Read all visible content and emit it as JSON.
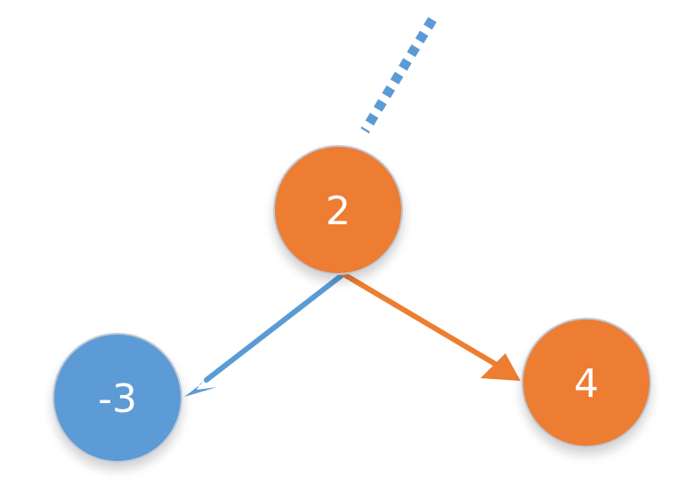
{
  "nodes": [
    {
      "id": "root",
      "label": "2",
      "color": "#ED7D31"
    },
    {
      "id": "left",
      "label": "-3",
      "color": "#5B9BD5"
    },
    {
      "id": "right",
      "label": "4",
      "color": "#ED7D31"
    }
  ],
  "edges": [
    {
      "from": "root",
      "to": "left",
      "color": "#5B9BD5"
    },
    {
      "from": "root",
      "to": "right",
      "color": "#ED7D31"
    }
  ],
  "incoming_edge": {
    "to": "root",
    "style": "dotted",
    "color": "#5B9BD5"
  },
  "colors": {
    "orange": "#ED7D31",
    "blue": "#5B9BD5",
    "node_border": "#BFC8D6",
    "label_text": "#FFFFFF"
  }
}
